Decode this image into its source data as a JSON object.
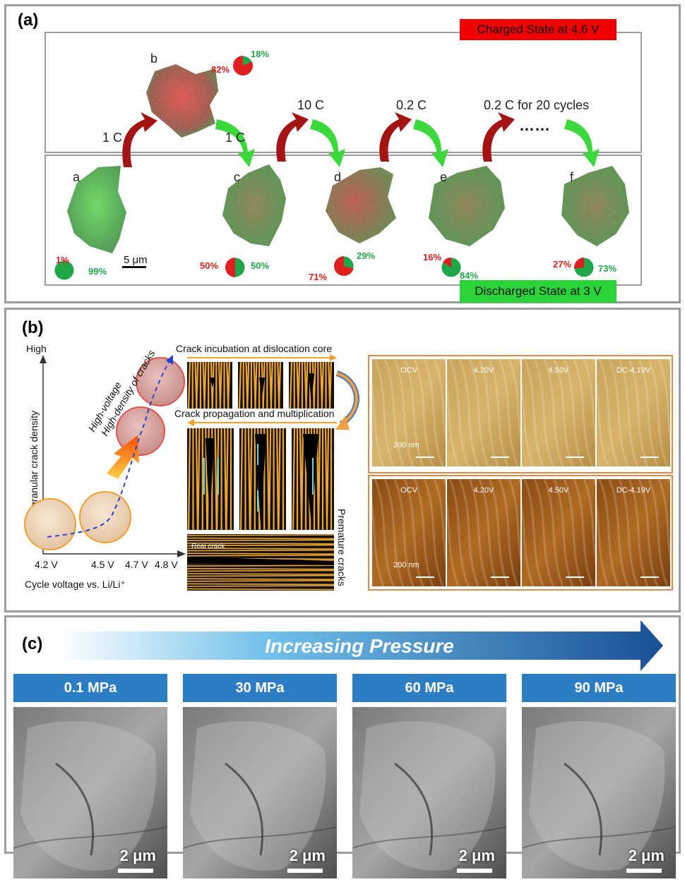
{
  "panel_a": {
    "label": "(a)",
    "charged_state": "Charged State at 4.6 V",
    "discharged_state": "Discharged State at 3 V",
    "scale_bar": "5 μm",
    "steps": {
      "s1_up": "1 C",
      "s1_down": "1 C",
      "s2": "10 C",
      "s3": "0.2 C",
      "s4": "0.2 C for 20 cycles",
      "ellipsis": "……"
    },
    "particles": [
      {
        "id": "a",
        "red_pct": "1%",
        "green_pct": "99%",
        "red_fraction": 0.01
      },
      {
        "id": "b",
        "red_pct": "82%",
        "green_pct": "18%",
        "red_fraction": 0.82
      },
      {
        "id": "c",
        "red_pct": "50%",
        "green_pct": "50%",
        "red_fraction": 0.5
      },
      {
        "id": "d",
        "red_pct": "71%",
        "green_pct": "29%",
        "red_fraction": 0.71
      },
      {
        "id": "e",
        "red_pct": "16%",
        "green_pct": "84%",
        "red_fraction": 0.16
      },
      {
        "id": "f",
        "red_pct": "27%",
        "green_pct": "73%",
        "red_fraction": 0.27
      }
    ],
    "colors": {
      "red": "#e02020",
      "green": "#1fa84a",
      "box_red": "#f00000",
      "box_green": "#2bd33a"
    }
  },
  "panel_b": {
    "label": "(b)",
    "y_top": "High",
    "y_axis": "Intragranular crack density",
    "x_axis": "Cycle voltage vs. Li/Li⁺",
    "ticks": [
      "4.2 V",
      "4.5 V",
      "4.7 V",
      "4.8 V"
    ],
    "note_line1": "High-voltage",
    "note_line2": "High-density of cracks",
    "incubation": "Crack incubation at dislocation core",
    "propagation": "Crack propagation and multiplication",
    "real_crack": "Real crack",
    "premature": "Premature cracks",
    "afm_top": [
      {
        "label": "OCV",
        "scale": "200 nm"
      },
      {
        "label": "4.20V",
        "scale": ""
      },
      {
        "label": "4.50V",
        "scale": ""
      },
      {
        "label": "DC-4.19V",
        "scale": ""
      }
    ],
    "afm_bottom": [
      {
        "label": "OCV",
        "scale": "200 nm"
      },
      {
        "label": "4.20V",
        "scale": ""
      },
      {
        "label": "4.50V",
        "scale": ""
      },
      {
        "label": "DC-4.19V",
        "scale": ""
      }
    ]
  },
  "panel_c": {
    "label": "(c)",
    "arrow_text": "Increasing Pressure",
    "images": [
      {
        "pressure": "0.1 MPa",
        "scale": "2 μm"
      },
      {
        "pressure": "30 MPa",
        "scale": "2 μm"
      },
      {
        "pressure": "60 MPa",
        "scale": "2 μm"
      },
      {
        "pressure": "90 MPa",
        "scale": "2 μm"
      }
    ]
  }
}
